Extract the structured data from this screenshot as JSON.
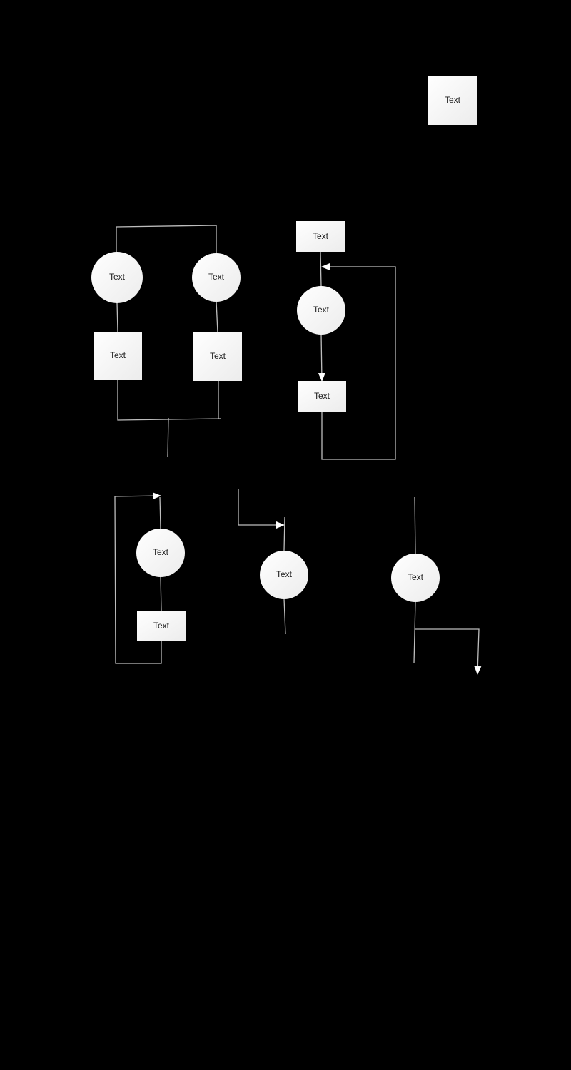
{
  "colors": {
    "background": "#000000",
    "connector": "#bdbdbd",
    "node_fill_light": "#ffffff",
    "node_fill_dark": "#ececec",
    "label": "#222222"
  },
  "nodes": [
    {
      "id": "square-top-right",
      "shape": "rect",
      "label": "Text"
    },
    {
      "id": "circle-a1",
      "shape": "circle",
      "label": "Text"
    },
    {
      "id": "circle-a2",
      "shape": "circle",
      "label": "Text"
    },
    {
      "id": "square-a1",
      "shape": "rect",
      "label": "Text"
    },
    {
      "id": "square-a2",
      "shape": "rect",
      "label": "Text"
    },
    {
      "id": "rect-b-top",
      "shape": "rect",
      "label": "Text"
    },
    {
      "id": "circle-b",
      "shape": "circle",
      "label": "Text"
    },
    {
      "id": "rect-b-bottom",
      "shape": "rect",
      "label": "Text"
    },
    {
      "id": "circle-c",
      "shape": "circle",
      "label": "Text"
    },
    {
      "id": "rect-c",
      "shape": "rect",
      "label": "Text"
    },
    {
      "id": "circle-d",
      "shape": "circle",
      "label": "Text"
    },
    {
      "id": "circle-e",
      "shape": "circle",
      "label": "Text"
    }
  ]
}
